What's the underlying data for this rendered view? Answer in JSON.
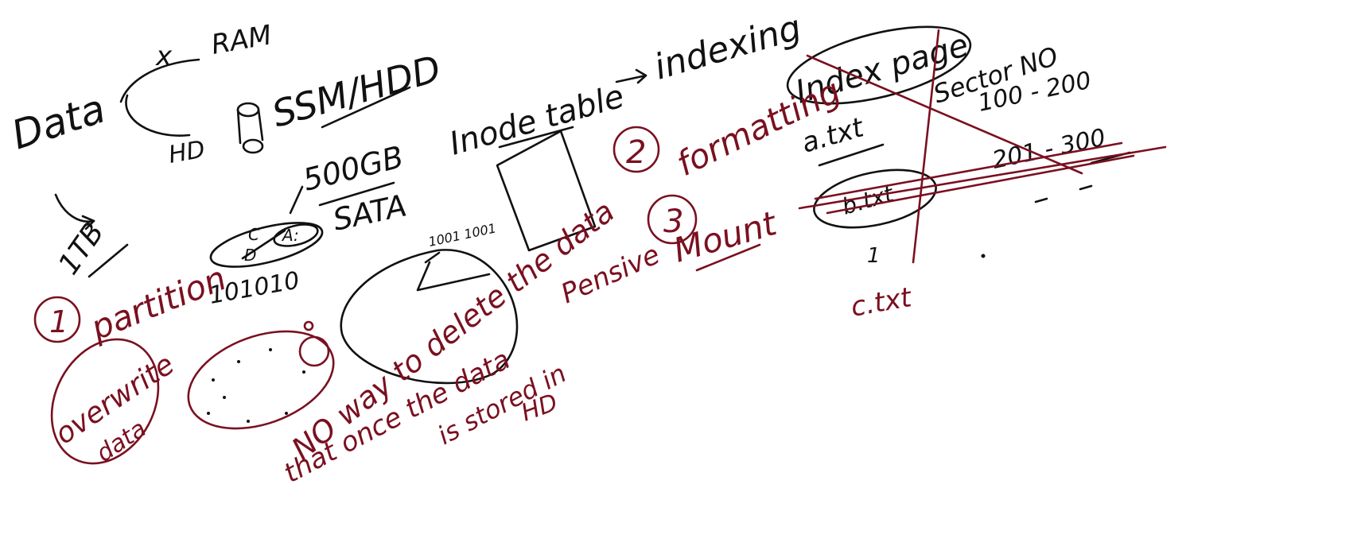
{
  "colors": {
    "background": "#ffffff",
    "black_ink": "#111111",
    "red_ink": "#7a1020"
  },
  "black_notes": {
    "data": "Data",
    "ram": "RAM",
    "x_mark": "x",
    "hd": "HD",
    "ssm_hdd": "SSM/HDD",
    "one_tb": "1TB",
    "five_hundred_gb": "500GB",
    "sata": "SATA",
    "c_label": "C",
    "d_label": "D",
    "a_label": "A:",
    "binary_top": "1001 1001",
    "binary_bottom": "101010",
    "inode_table": "Inode table",
    "indexing": "indexing",
    "index_page": "Index page",
    "sector_no": "Sector NO",
    "range_1": "100 - 200",
    "range_2": "201 - 300",
    "a_txt": "a.txt",
    "b_txt": "b.txt",
    "c_txt": "c.txt",
    "one": "1"
  },
  "red_notes": {
    "step1_num": "1",
    "partition": "partition",
    "override_data": "overwrite",
    "override_data_2": "data",
    "step2_num": "2",
    "formatting": "formatting",
    "step3_num": "3",
    "mount": "Mount",
    "no_way_1": "NO way to delete the data",
    "no_way_2": "that once the data",
    "no_way_3": "is stored in",
    "no_way_4": "HD",
    "pensive": "Pensive"
  }
}
